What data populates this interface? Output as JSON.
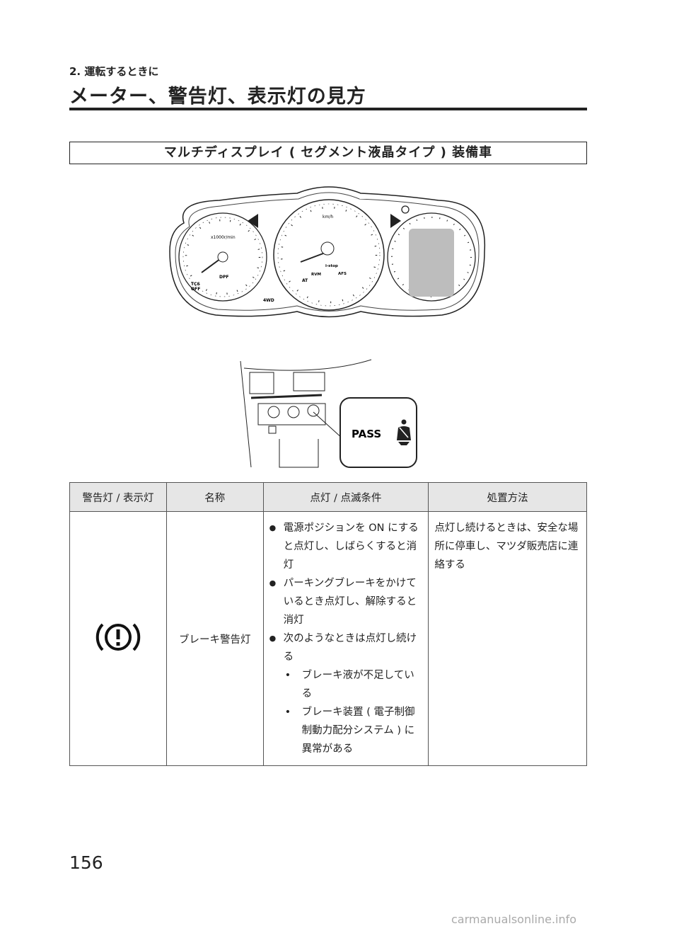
{
  "header": {
    "section": "2. 運転するときに",
    "title": "メーター、警告灯、表示灯の見方"
  },
  "subsection_title": "マルチディスプレイ ( セグメント液晶タイプ ) 装備車",
  "cluster_labels": {
    "speed_unit": "km/h",
    "rpm_unit": "x1000r/min",
    "dpf": "DPF",
    "tcs": "TCS",
    "off": "OFF",
    "four_wd": "4WD",
    "i_stop": "i-stop",
    "rvm": "RVM",
    "at": "AT",
    "afs": "AFS"
  },
  "console_label": "PASS",
  "table": {
    "headers": [
      "警告灯 / 表示灯",
      "名称",
      "点灯 / 点滅条件",
      "処置方法"
    ],
    "row": {
      "icon": "brake-warning-icon",
      "name": "ブレーキ警告灯",
      "conditions": [
        "電源ポジションを ON にすると点灯し、しばらくすると消灯",
        "パーキングブレーキをかけているとき点灯し、解除すると消灯",
        "次のようなときは点灯し続ける"
      ],
      "sub_conditions": [
        "ブレーキ液が不足している",
        "ブレーキ装置 ( 電子制御制動力配分システム ) に異常がある"
      ],
      "action": "点灯し続けるときは、安全な場所に停車し、マツダ販売店に連絡する"
    }
  },
  "page_number": "156",
  "footer": "carmanualsonline.info"
}
